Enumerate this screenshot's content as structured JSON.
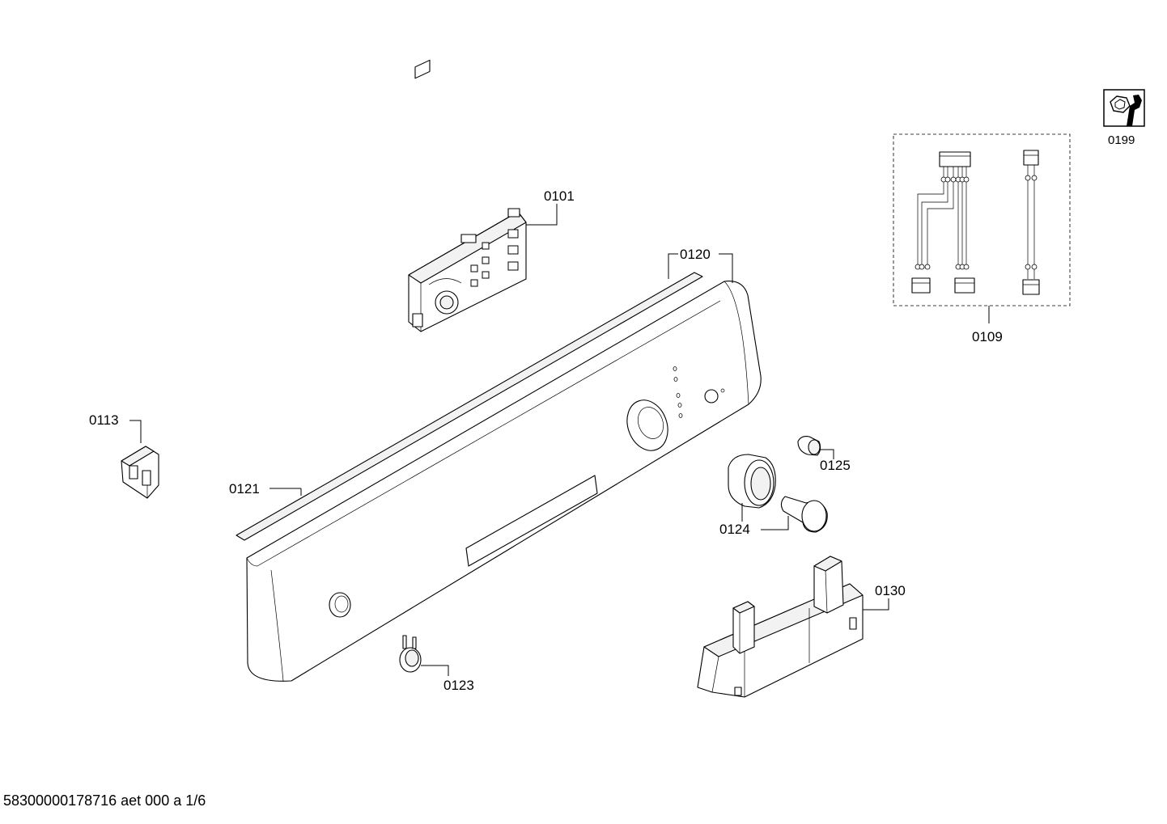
{
  "diagram": {
    "labels": {
      "p0101": "0101",
      "p0109": "0109",
      "p0113": "0113",
      "p0120": "0120",
      "p0121": "0121",
      "p0123": "0123",
      "p0124": "0124",
      "p0125": "0125",
      "p0130": "0130",
      "p0199": "0199"
    },
    "footer": "58300000178716 aet 000 a 1/6"
  }
}
